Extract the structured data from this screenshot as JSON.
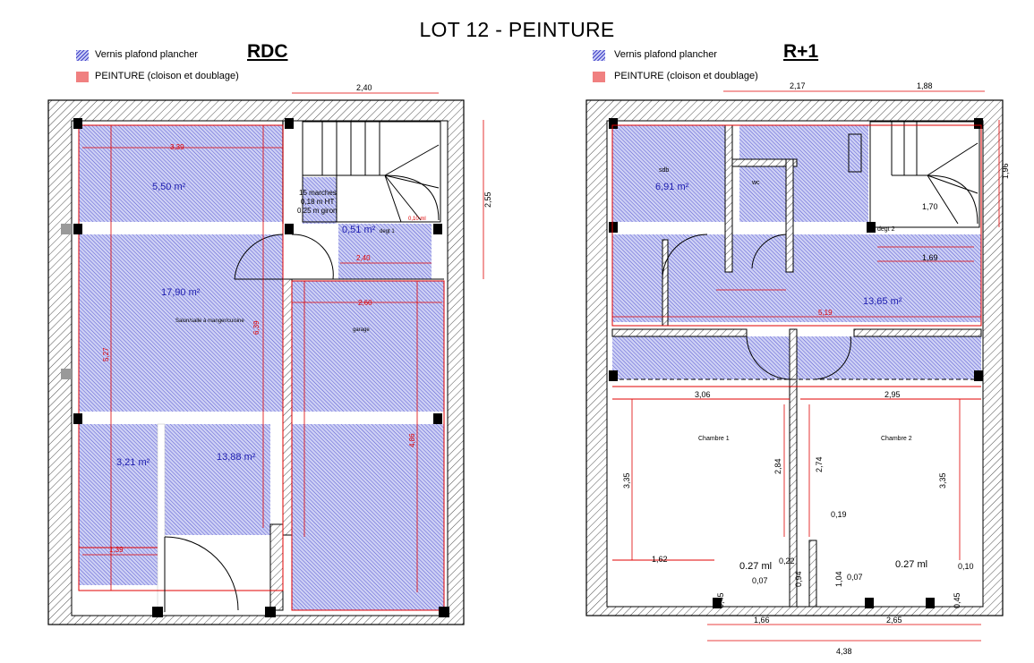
{
  "title": "LOT 12 - PEINTURE",
  "legend": {
    "vernis": "Vernis plafond plancher",
    "peinture": "PEINTURE (cloison et doublage)"
  },
  "colors": {
    "hatch": "#4040c8",
    "hatch_bg": "#c9cdf5",
    "paint": "#f08080",
    "dim": "#e00000"
  },
  "rdc": {
    "name": "RDC",
    "dims": {
      "top": "2,40",
      "right": "2,55",
      "d1": "3,39",
      "d2": "2,40",
      "d3": "2,60",
      "d4": "1,39",
      "d5": "6,39",
      "d6": "5,27",
      "d7": "4,86",
      "d8": "0,10 ml"
    },
    "areas": {
      "a1": "5,50 m²",
      "a2": "17,90 m²",
      "a3": "3,21 m²",
      "a4": "13,88 m²",
      "a5": "0,51 m²"
    },
    "rooms": {
      "sejour": "Salon/salle à manger/cuisine",
      "garage": "garage",
      "degt": "degt 1"
    },
    "stairs": {
      "l1": "15 marches",
      "l2": "0,18 m HT",
      "l3": "0,25 m giron"
    }
  },
  "r1": {
    "name": "R+1",
    "dims": {
      "t1": "2,17",
      "t2": "1,88",
      "right": "1,96",
      "d306": "3,06",
      "d295": "2,95",
      "d335l": "3,35",
      "d335r": "3,35",
      "d284": "2,84",
      "d274": "2,74",
      "d019": "0,19",
      "d162": "1,62",
      "d022": "0,22",
      "d094": "0,94",
      "d104": "1,04",
      "d007a": "0,07",
      "d007b": "0,07",
      "d010": "0,10",
      "d045a": "0,45",
      "d045b": "0,45",
      "b166": "1,66",
      "b265": "2,65",
      "b438": "4,38",
      "d170": "1,70",
      "d169": "1,69",
      "d519": "5,19",
      "ml1": "0.27 ml",
      "ml2": "0.27 ml"
    },
    "areas": {
      "a1": "6,91 m²",
      "a2": "13,65 m²"
    },
    "rooms": {
      "sdb": "sdb",
      "wc": "wc",
      "degt": "degt 2",
      "ch1": "Chambre 1",
      "ch2": "Chambre 2"
    }
  }
}
